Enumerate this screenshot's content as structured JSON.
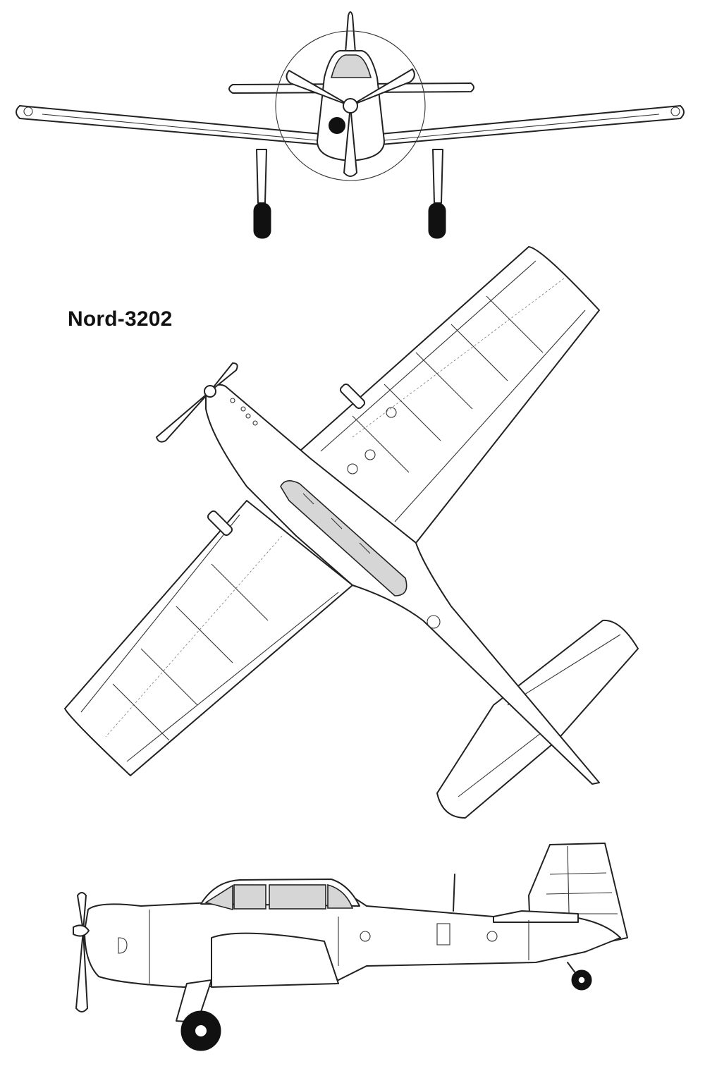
{
  "title": "Nord-3202",
  "views": {
    "front": {
      "icon": "front-view-drawing"
    },
    "top": {
      "icon": "top-view-drawing"
    },
    "side": {
      "icon": "side-view-drawing"
    }
  },
  "colors": {
    "line": "#222222",
    "glazing": "#d6d6d6",
    "background": "#ffffff"
  }
}
